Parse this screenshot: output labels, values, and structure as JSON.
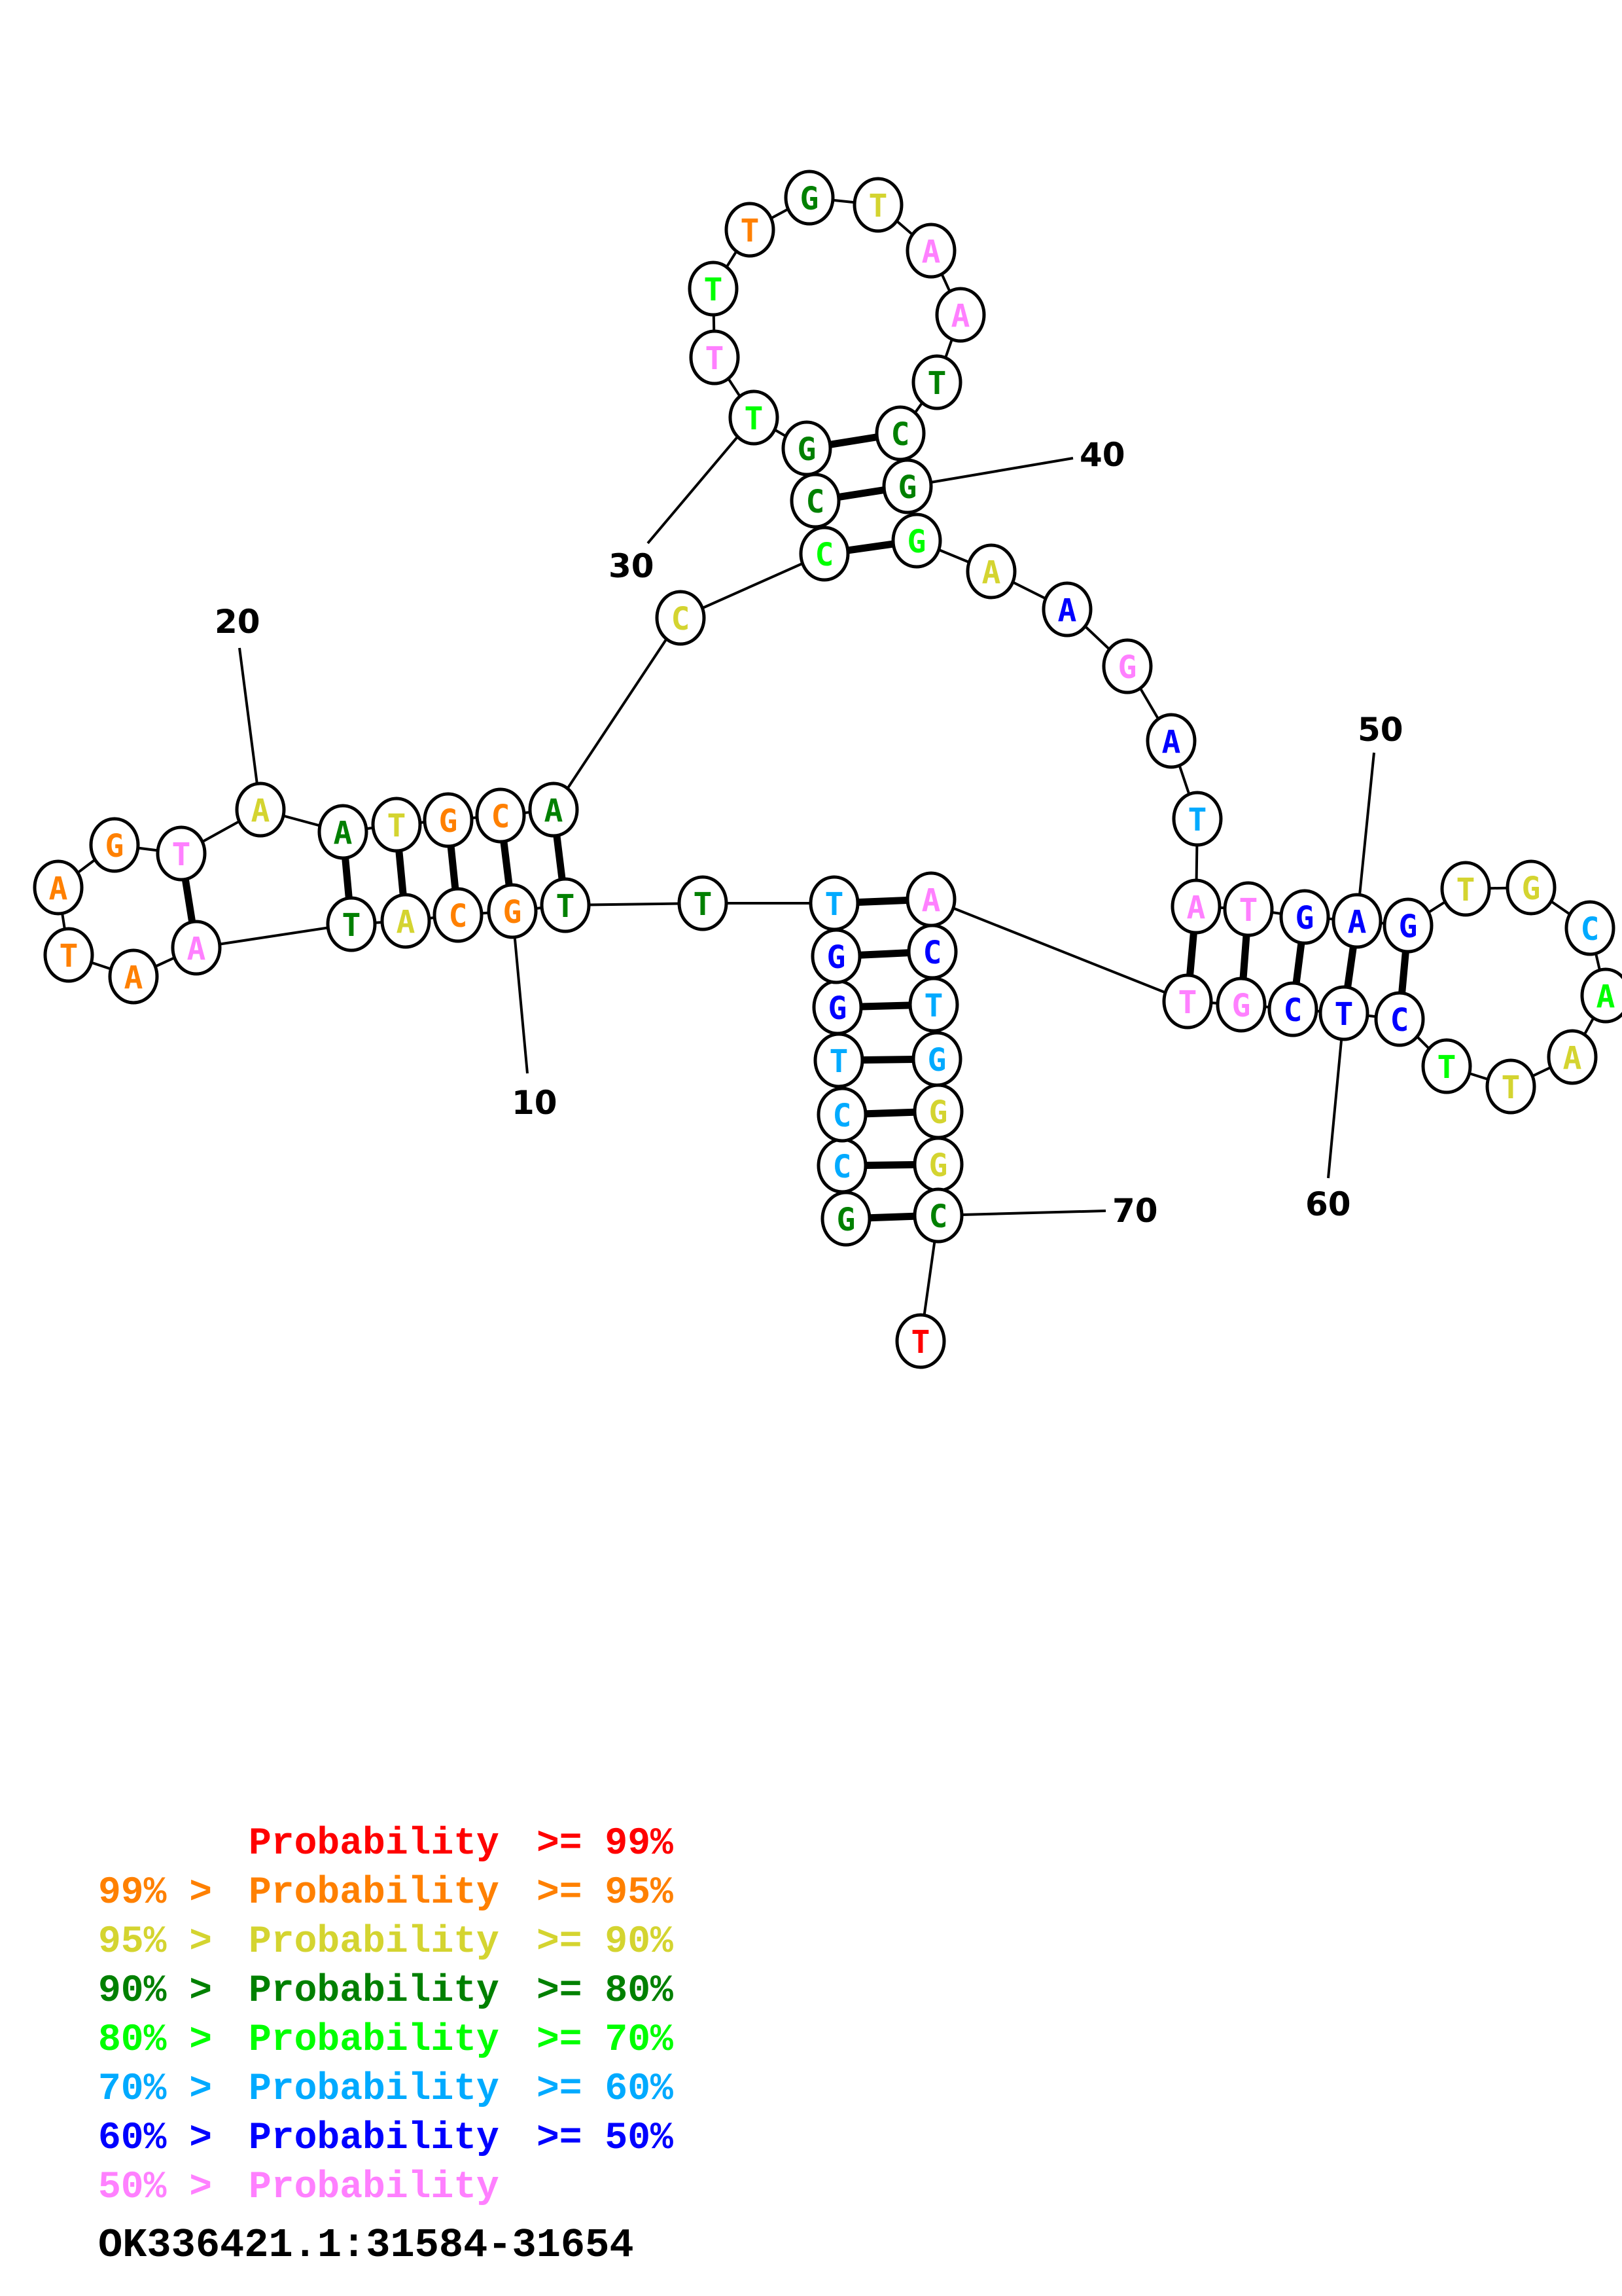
{
  "diagram": {
    "type": "RNA secondary structure",
    "sequence": [
      "G",
      "C",
      "C",
      "T",
      "G",
      "G",
      "T",
      "T",
      "T",
      "G",
      "C",
      "A",
      "T",
      "A",
      "A",
      "T",
      "A",
      "G",
      "T",
      "A",
      "A",
      "T",
      "G",
      "C",
      "A",
      "C",
      "C",
      "C",
      "G",
      "T",
      "T",
      "T",
      "T",
      "G",
      "T",
      "A",
      "A",
      "T",
      "C",
      "G",
      "G",
      "A",
      "A",
      "G",
      "A",
      "T",
      "A",
      "T",
      "G",
      "A",
      "G",
      "T",
      "G",
      "C",
      "A",
      "A",
      "T",
      "T",
      "C",
      "T",
      "C",
      "G",
      "T",
      "A",
      "C",
      "T",
      "G",
      "G",
      "G",
      "C",
      "T"
    ],
    "probability_class": [
      3,
      5,
      5,
      5,
      6,
      6,
      5,
      3,
      3,
      1,
      1,
      2,
      3,
      7,
      1,
      1,
      1,
      1,
      7,
      2,
      3,
      2,
      1,
      1,
      3,
      2,
      4,
      3,
      3,
      4,
      7,
      4,
      1,
      3,
      2,
      7,
      7,
      3,
      3,
      3,
      4,
      2,
      6,
      7,
      6,
      5,
      7,
      7,
      6,
      6,
      6,
      2,
      2,
      5,
      4,
      2,
      2,
      4,
      6,
      6,
      6,
      7,
      7,
      7,
      6,
      5,
      5,
      2,
      2,
      3,
      0
    ],
    "base_pairs": [
      [
        1,
        70
      ],
      [
        2,
        69
      ],
      [
        3,
        68
      ],
      [
        4,
        67
      ],
      [
        5,
        66
      ],
      [
        6,
        65
      ],
      [
        7,
        64
      ],
      [
        9,
        25
      ],
      [
        10,
        24
      ],
      [
        11,
        23
      ],
      [
        12,
        22
      ],
      [
        13,
        21
      ],
      [
        14,
        19
      ],
      [
        27,
        41
      ],
      [
        28,
        40
      ],
      [
        29,
        39
      ],
      [
        47,
        63
      ],
      [
        48,
        62
      ],
      [
        49,
        61
      ],
      [
        50,
        60
      ],
      [
        51,
        59
      ]
    ],
    "position_labels": [
      "10",
      "20",
      "30",
      "40",
      "50",
      "60",
      "70"
    ]
  },
  "legend": {
    "rows": [
      {
        "left": "",
        "mid": "Probability",
        "right": ">= 99%",
        "color": "#ff0000"
      },
      {
        "left": "99% >",
        "mid": "Probability",
        "right": ">= 95%",
        "color": "#ff8000"
      },
      {
        "left": "95% >",
        "mid": "Probability",
        "right": ">= 90%",
        "color": "#d4d430"
      },
      {
        "left": "90% >",
        "mid": "Probability",
        "right": ">= 80%",
        "color": "#008000"
      },
      {
        "left": "80% >",
        "mid": "Probability",
        "right": ">= 70%",
        "color": "#00ff00"
      },
      {
        "left": "70% >",
        "mid": "Probability",
        "right": ">= 60%",
        "color": "#00aaff"
      },
      {
        "left": "60% >",
        "mid": "Probability",
        "right": ">= 50%",
        "color": "#0000ff"
      },
      {
        "left": "50% >",
        "mid": "Probability",
        "right": "",
        "color": "#ff80ff"
      }
    ]
  },
  "sequence_id": "OK336421.1:31584-31654"
}
